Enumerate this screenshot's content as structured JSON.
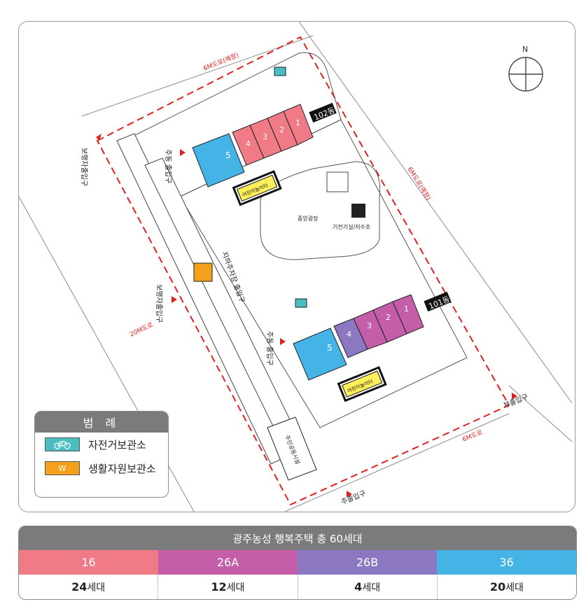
{
  "map": {
    "roads": {
      "road_6m_planned_top": "6M도로(예정)",
      "road_6m_planned_right": "6M도로(예정)",
      "road_20m": "20M도로",
      "road_6m_bottom": "6M도로"
    },
    "entrances": {
      "pedestrian_entrance_1": "보행자출입구",
      "pedestrian_entrance_2": "보행자출입구",
      "parking_entrance_1": "주동 출입구",
      "parking_entrance_2": "주동 출입구",
      "underground_parking_entrance": "지하주차장 출입구",
      "main_entrance": "주출입구",
      "sub_entrance": "부출입구"
    },
    "buildings": {
      "building_102": "102동",
      "building_101": "101동"
    },
    "units": {
      "b102": [
        "1",
        "2",
        "3",
        "4",
        "5"
      ],
      "b101": [
        "1",
        "2",
        "3",
        "4",
        "5"
      ]
    },
    "facilities": {
      "central_plaza": "중앙광장",
      "electrical_room": "기전기실/저수조",
      "playground_1": "어린이놀이터",
      "playground_2": "어린이놀이터",
      "community_center": "주민공동시설"
    },
    "compass": "N",
    "colors": {
      "unit_16": "#f07b87",
      "unit_26a": "#c45ea8",
      "unit_26b": "#8b77c2",
      "unit_36": "#43b4e5",
      "bike_storage": "#4bbdc2",
      "waste_storage": "#f4a01c",
      "boundary": "#e02020"
    }
  },
  "legend": {
    "title": "범 례",
    "items": [
      {
        "label": "자전거보관소",
        "swatch_color": "#4bbdc2",
        "icon": "bicycle-icon"
      },
      {
        "label": "생활자원보관소",
        "swatch_color": "#f4a01c",
        "swatch_text": "W"
      }
    ]
  },
  "summary": {
    "title": "광주농성 행복주택 총 60세대",
    "types": [
      {
        "label": "16",
        "color": "#f07b87",
        "count": "24",
        "unit": "세대"
      },
      {
        "label": "26A",
        "color": "#c45ea8",
        "count": "12",
        "unit": "세대"
      },
      {
        "label": "26B",
        "color": "#8b77c2",
        "count": "4",
        "unit": "세대"
      },
      {
        "label": "36",
        "color": "#43b4e5",
        "count": "20",
        "unit": "세대"
      }
    ]
  }
}
